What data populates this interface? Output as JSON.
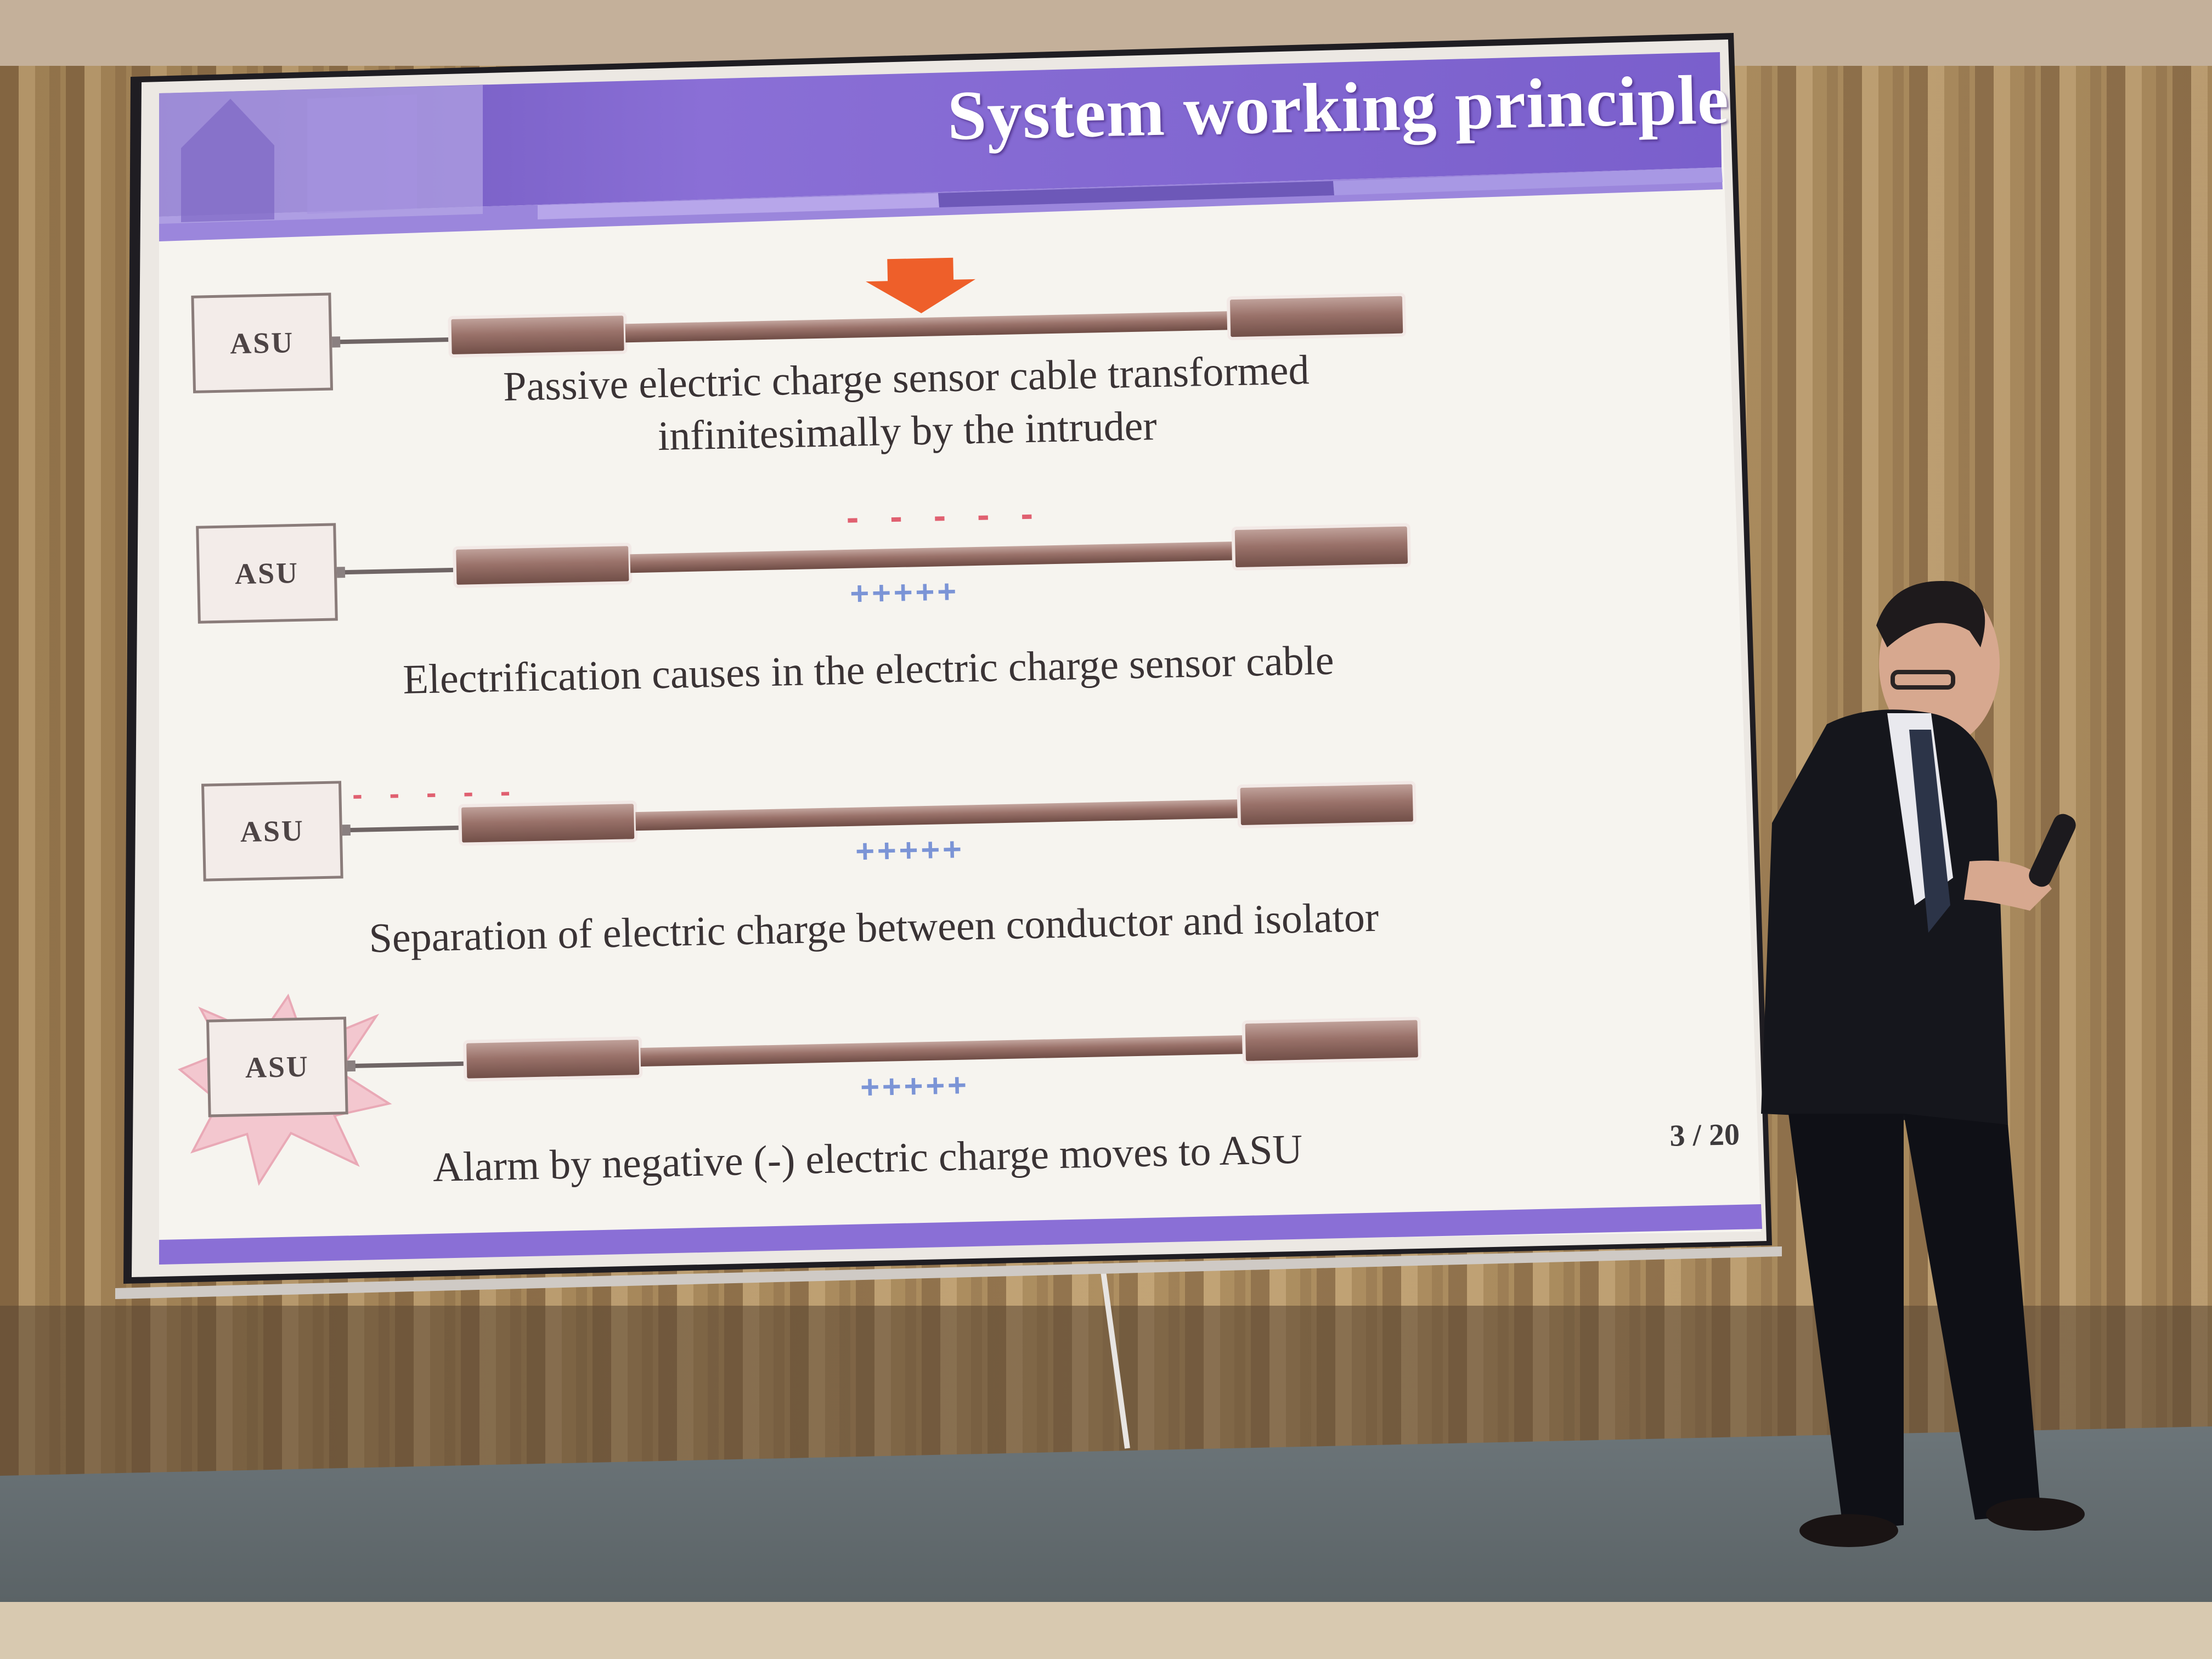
{
  "slide": {
    "title": "System working principle",
    "page_indicator": "3 / 20",
    "steps": [
      {
        "box_label": "ASU",
        "caption_lines": [
          "Passive electric charge sensor cable transformed",
          "infinitesimally by the intruder"
        ],
        "negative_charges": "",
        "positive_charges": "",
        "has_intruder_arrow": true,
        "has_alarm_burst": false
      },
      {
        "box_label": "ASU",
        "caption_lines": [
          "Electrification causes in the electric charge sensor cable"
        ],
        "negative_charges": "- - - - -",
        "positive_charges": "+++++",
        "has_intruder_arrow": false,
        "has_alarm_burst": false
      },
      {
        "box_label": "ASU",
        "caption_lines": [
          "Separation of electric charge between conductor and isolator"
        ],
        "negative_charges": "- - - - -",
        "positive_charges": "+++++",
        "has_intruder_arrow": false,
        "has_alarm_burst": false
      },
      {
        "box_label": "ASU",
        "caption_lines": [
          "Alarm by negative (-) electric charge moves to ASU"
        ],
        "negative_charges": "",
        "positive_charges": "+++++",
        "has_intruder_arrow": false,
        "has_alarm_burst": true
      }
    ]
  },
  "colors": {
    "slide_header": "#8a6fd6",
    "slide_background": "#f6f4ef",
    "cable": "#a57a70",
    "arrow": "#ee5f2a",
    "negative_charge": "#e06070",
    "positive_charge": "#7b94d6",
    "curtain": "#a8875a"
  }
}
